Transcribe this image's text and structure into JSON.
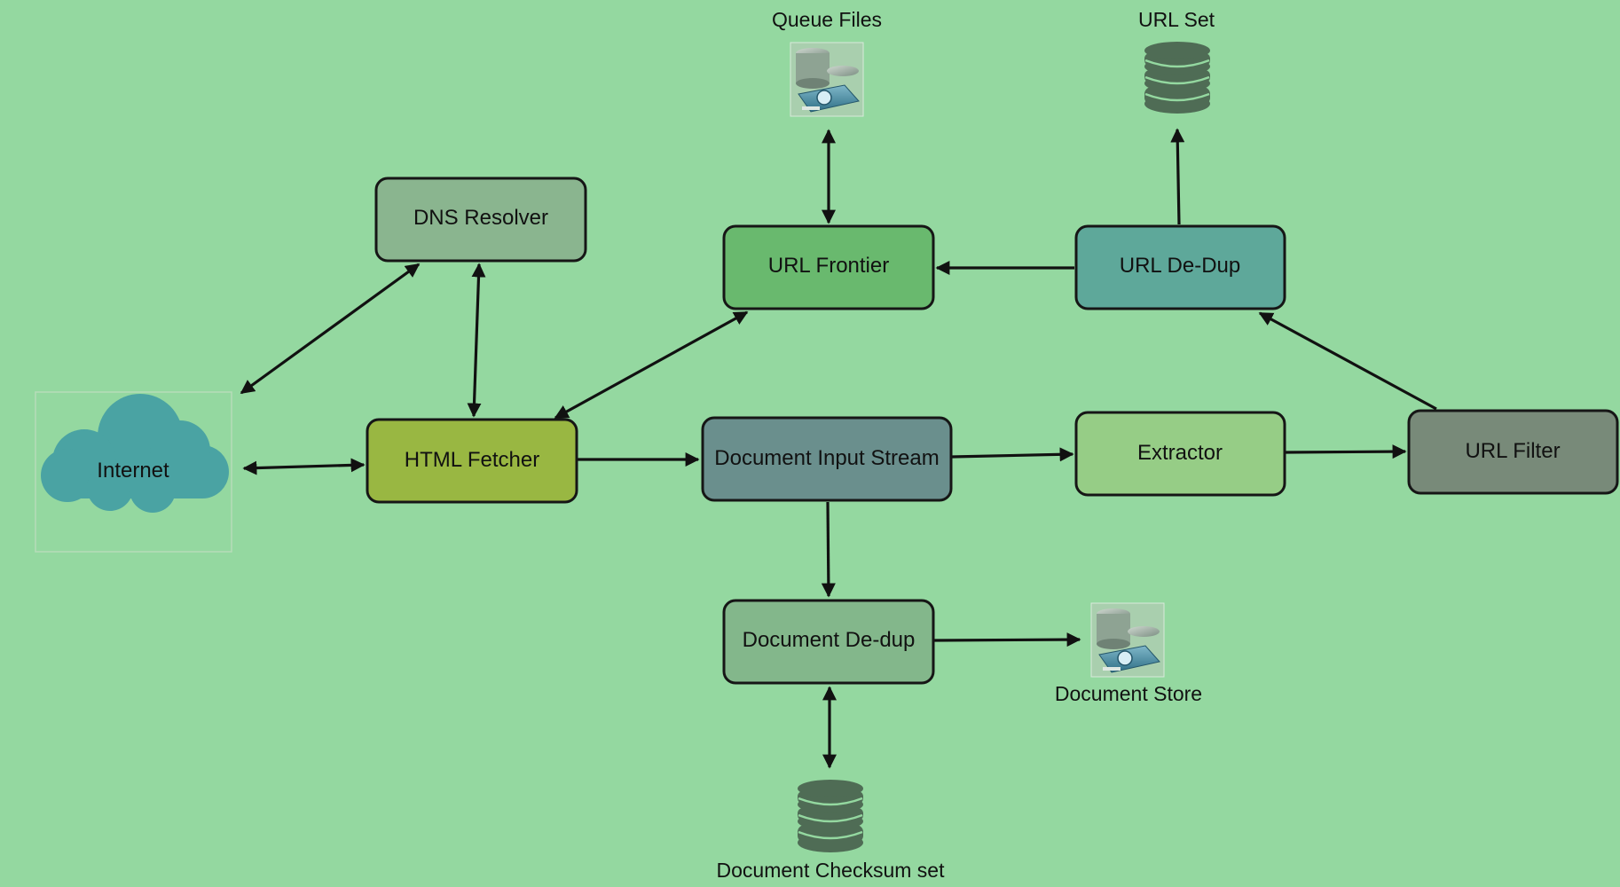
{
  "colors": {
    "background": "#94d8a0",
    "dns_resolver": "#8ab58f",
    "url_frontier": "#69b96e",
    "url_dedup": "#5ea89a",
    "html_fetcher": "#99b742",
    "document_input_stream": "#6a8f8d",
    "extractor": "#96cd86",
    "url_filter": "#788a79",
    "document_dedup": "#83b78b",
    "cloud": "#4aa3a3",
    "database": "#4f6c55",
    "arrow": "#111111"
  },
  "nodes": {
    "internet": {
      "label": "Internet",
      "icon": "cloud-icon"
    },
    "dns_resolver": {
      "label": "DNS Resolver"
    },
    "html_fetcher": {
      "label": "HTML Fetcher"
    },
    "url_frontier": {
      "label": "URL Frontier"
    },
    "url_dedup": {
      "label": "URL De-Dup"
    },
    "document_input_stream": {
      "label": "Document Input Stream"
    },
    "extractor": {
      "label": "Extractor"
    },
    "url_filter": {
      "label": "URL Filter"
    },
    "document_dedup": {
      "label": "Document De-dup"
    },
    "queue_files": {
      "label": "Queue Files",
      "icon": "database-server-icon"
    },
    "url_set": {
      "label": "URL Set",
      "icon": "database-icon"
    },
    "document_store": {
      "label": "Document Store",
      "icon": "database-server-icon"
    },
    "document_checksum_set": {
      "label": "Document Checksum set",
      "icon": "database-icon"
    }
  },
  "edges": [
    {
      "from": "internet",
      "to": "dns_resolver",
      "direction": "both"
    },
    {
      "from": "internet",
      "to": "html_fetcher",
      "direction": "both"
    },
    {
      "from": "html_fetcher",
      "to": "dns_resolver",
      "direction": "both"
    },
    {
      "from": "html_fetcher",
      "to": "url_frontier",
      "direction": "both"
    },
    {
      "from": "url_frontier",
      "to": "queue_files",
      "direction": "both"
    },
    {
      "from": "url_dedup",
      "to": "url_frontier",
      "direction": "forward"
    },
    {
      "from": "url_dedup",
      "to": "url_set",
      "direction": "forward"
    },
    {
      "from": "html_fetcher",
      "to": "document_input_stream",
      "direction": "forward"
    },
    {
      "from": "document_input_stream",
      "to": "extractor",
      "direction": "forward"
    },
    {
      "from": "extractor",
      "to": "url_filter",
      "direction": "forward"
    },
    {
      "from": "url_filter",
      "to": "url_dedup",
      "direction": "forward"
    },
    {
      "from": "document_input_stream",
      "to": "document_dedup",
      "direction": "forward"
    },
    {
      "from": "document_dedup",
      "to": "document_store",
      "direction": "forward"
    },
    {
      "from": "document_dedup",
      "to": "document_checksum_set",
      "direction": "both"
    }
  ]
}
